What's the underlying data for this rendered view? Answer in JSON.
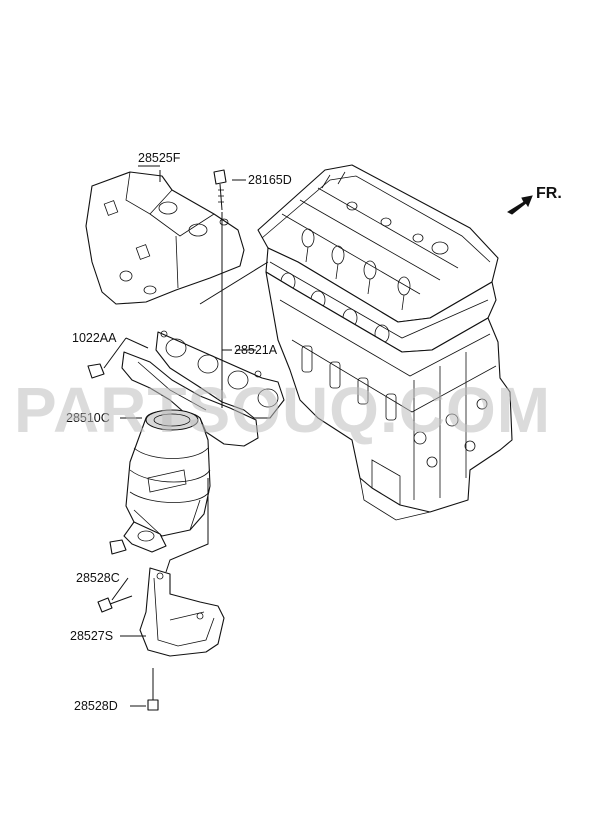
{
  "direction_label": "FR.",
  "watermark": "PARTSOUQ.COM",
  "parts": [
    {
      "id": "28525F"
    },
    {
      "id": "28165D"
    },
    {
      "id": "1022AA"
    },
    {
      "id": "28521A"
    },
    {
      "id": "28510C"
    },
    {
      "id": "28528C"
    },
    {
      "id": "28527S"
    },
    {
      "id": "28528D"
    }
  ],
  "colors": {
    "line": "#111111",
    "watermark": "#bdbdbd",
    "background": "#ffffff"
  }
}
